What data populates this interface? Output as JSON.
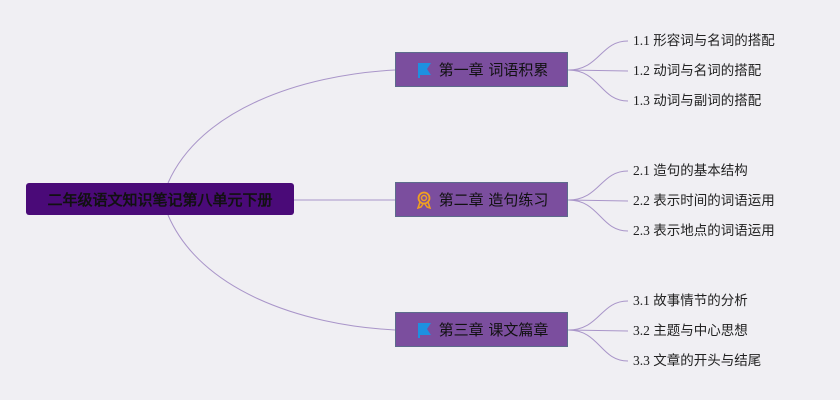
{
  "root": {
    "label": "二年级语文知识笔记第八单元下册"
  },
  "chapters": [
    {
      "label": "第一章 词语积累",
      "icon": "flag-icon",
      "items": [
        "1.1 形容词与名词的搭配",
        "1.2 动词与名词的搭配",
        "1.3 动词与副词的搭配"
      ]
    },
    {
      "label": "第二章 造句练习",
      "icon": "award-icon",
      "items": [
        "2.1 造句的基本结构",
        "2.2 表示时间的词语运用",
        "2.3 表示地点的词语运用"
      ]
    },
    {
      "label": "第三章 课文篇章",
      "icon": "flag-icon",
      "items": [
        "3.1 故事情节的分析",
        "3.2 主题与中心思想",
        "3.3 文章的开头与结尾"
      ]
    }
  ],
  "colors": {
    "root": "#4a0a78",
    "chapter": "#7b4e9e",
    "line": "#a995c9",
    "flag": "#1e90e0",
    "award": "#f0a020"
  }
}
